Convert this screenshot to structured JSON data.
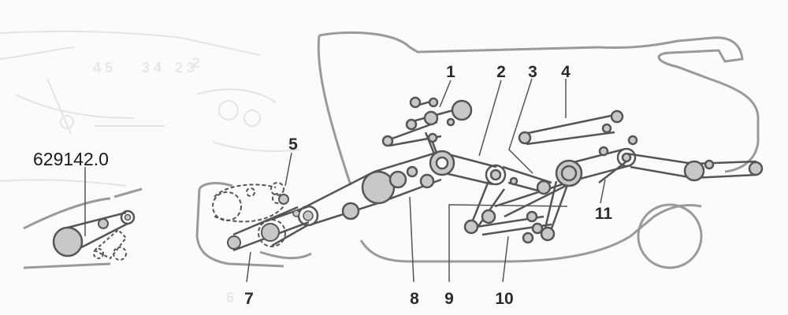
{
  "part_number": "629142.0",
  "callouts": [
    "1",
    "2",
    "3",
    "4",
    "5",
    "7",
    "8",
    "9",
    "10",
    "11"
  ],
  "colors": {
    "belt": "#555555",
    "pulley_fill": "#c8c8c8",
    "outline": "#9a9a9a",
    "ghost": "#e3e3e3",
    "label": "#2b2b2b"
  }
}
